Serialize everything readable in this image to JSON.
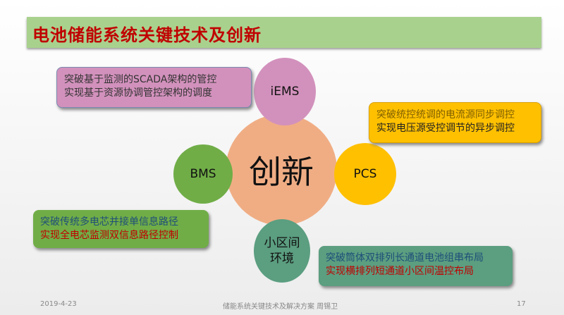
{
  "title": "电池储能系统关键技术及创新",
  "center": "创新",
  "nodes": {
    "iems": "iEMS",
    "bms": "BMS",
    "pcs": "PCS",
    "env1": "小区间",
    "env2": "环境"
  },
  "boxes": {
    "iems": [
      "突破基于监测的SCADA架构的管控",
      "实现基于资源协调管控架构的调度"
    ],
    "pcs": [
      "突破统控统调的电流源同步调控",
      "实现电压源受控调节的异步调控"
    ],
    "bms": [
      "突破传统多电芯并接单信息路径",
      "实现全电芯监测双信息路径控制"
    ],
    "env": [
      "突破筒体双排列长通道电池组串布局",
      "实现横排列短通道小区间温控布局"
    ]
  },
  "footer": {
    "date": "2019-4-23",
    "center": "储能系统关键技术及解决方案  周锡卫",
    "page": "17"
  },
  "colors": {
    "title_bg": "#a9d18e",
    "pink": "#d291bc",
    "yellow": "#ffc000",
    "green": "#70ad47",
    "teal": "#5b9e80",
    "center": "#f0ad84"
  }
}
